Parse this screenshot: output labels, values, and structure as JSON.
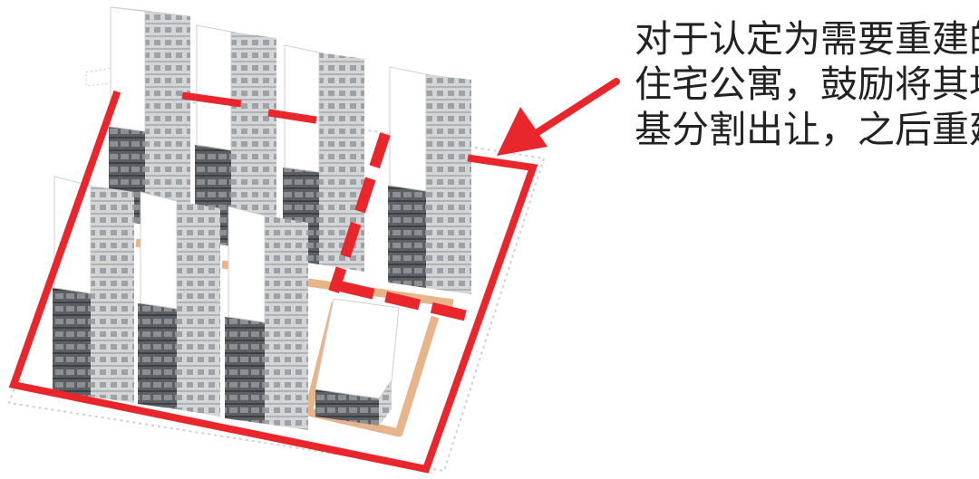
{
  "caption": {
    "lines": [
      "对于认定为需要重建的",
      "住宅公寓，鼓励将其地",
      "基分割出让，之后重建"
    ]
  },
  "colors": {
    "boundary": "#e8262b",
    "path": "#e8b48a",
    "roof": "#ffffff",
    "facade_dark": "#55585c",
    "facade_light": "#c7c9cc"
  }
}
